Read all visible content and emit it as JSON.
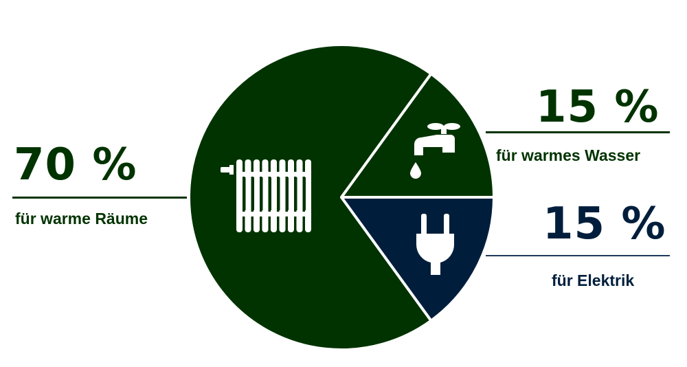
{
  "chart_data": {
    "type": "pie",
    "slices": [
      {
        "label": "für warme Räume",
        "value": 70,
        "value_label": "70 %",
        "color": "#003300",
        "icon": "radiator-icon"
      },
      {
        "label": "für warmes Wasser",
        "value": 15,
        "value_label": "15 %",
        "color": "#003300",
        "icon": "faucet-icon"
      },
      {
        "label": "für Elektrik",
        "value": 15,
        "value_label": "15 %",
        "color": "#001e3c",
        "icon": "plug-icon"
      }
    ]
  }
}
